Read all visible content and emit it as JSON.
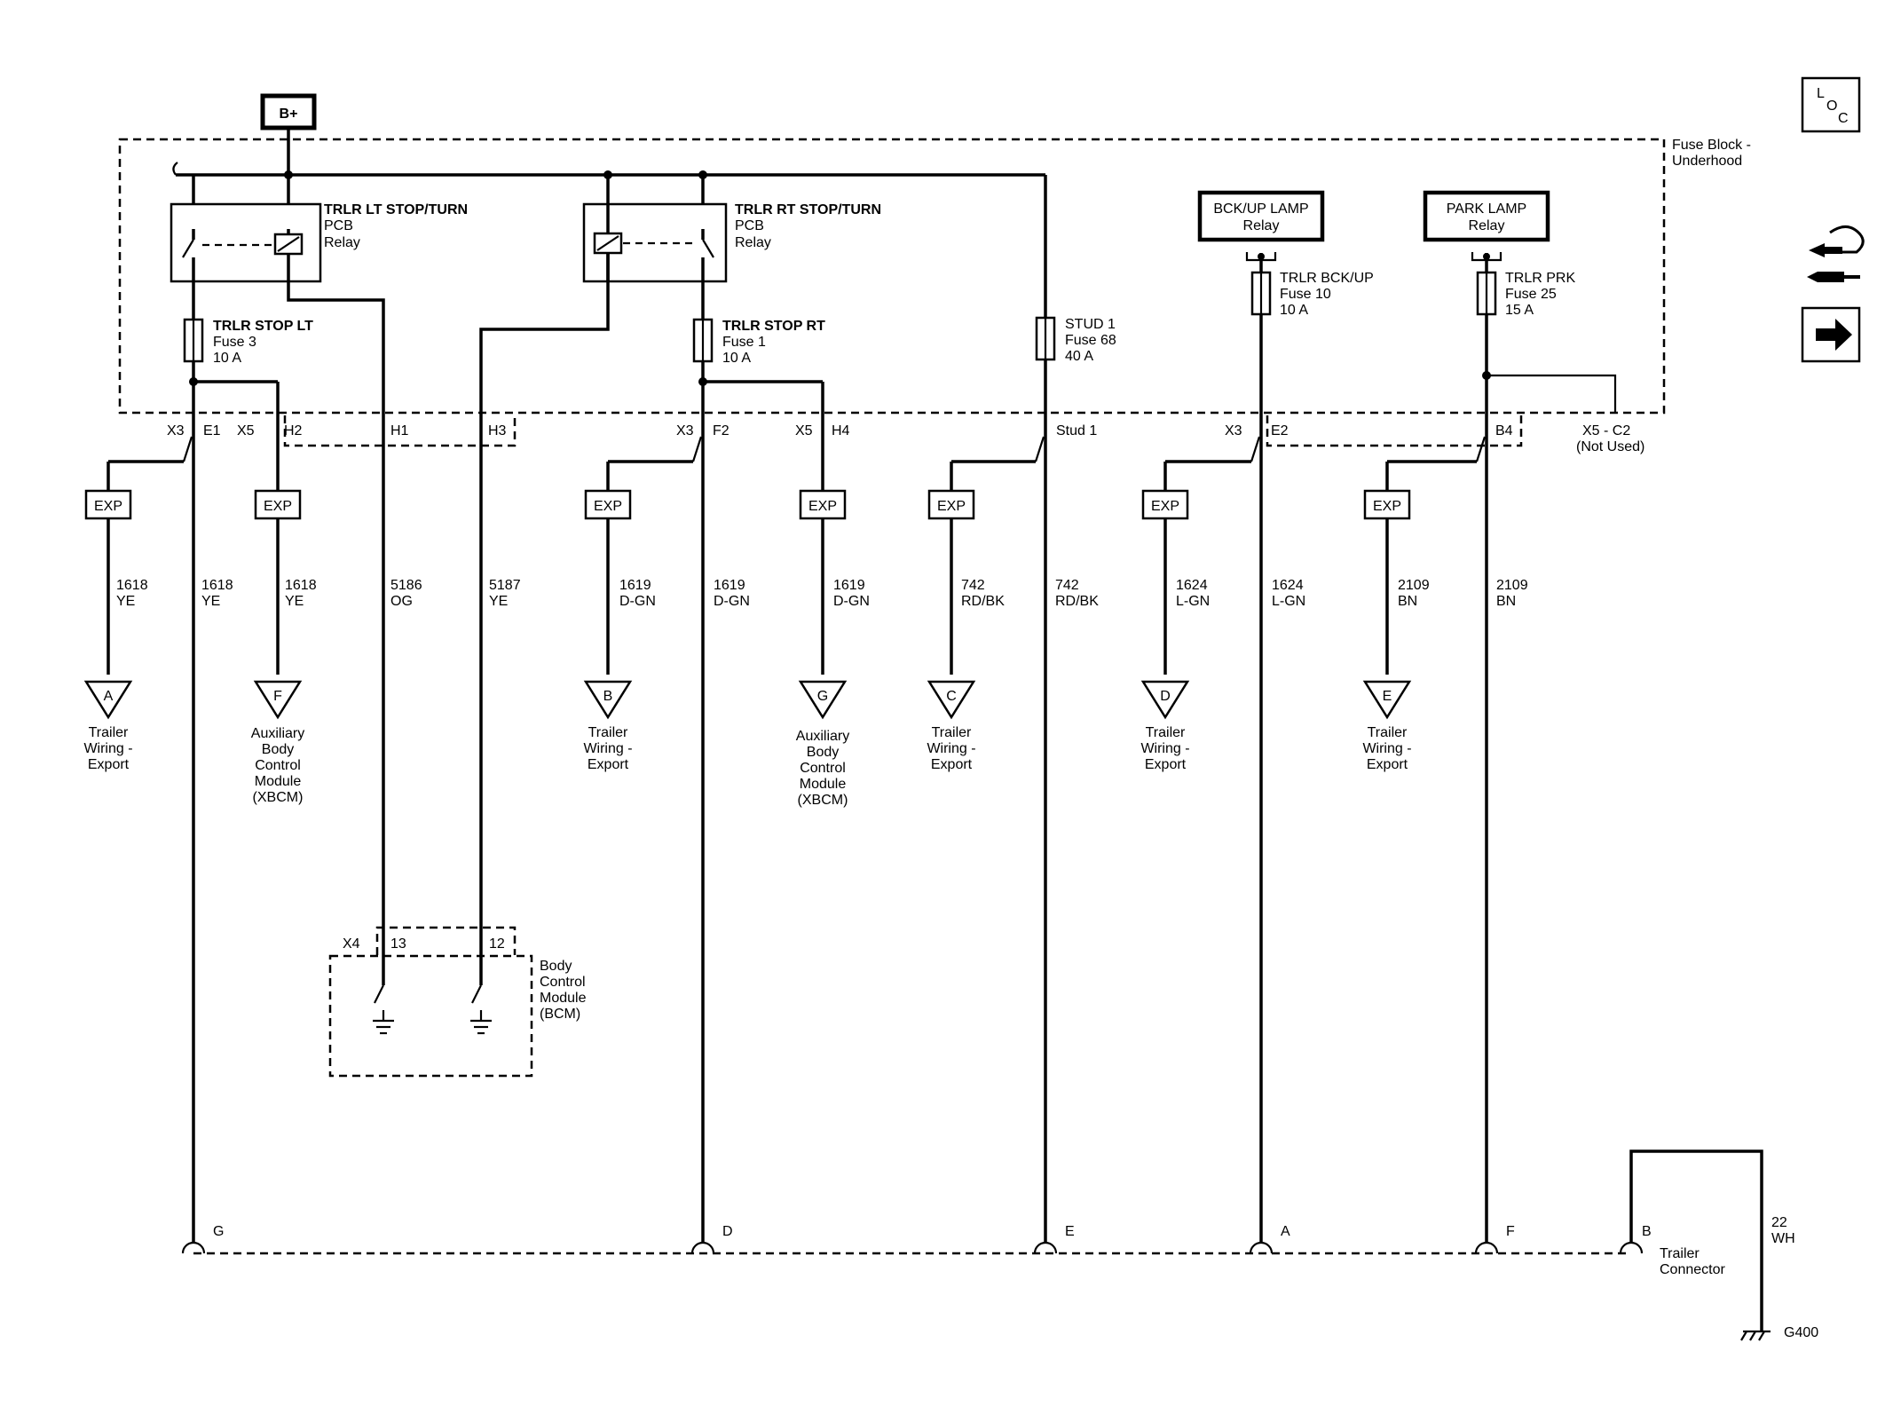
{
  "battery": "B+",
  "fuse_block": {
    "line1": "Fuse Block -",
    "line2": "Underhood"
  },
  "relays": {
    "lt_stop_turn": {
      "line1": "TRLR LT STOP/TURN",
      "line2": "PCB",
      "line3": "Relay"
    },
    "rt_stop_turn": {
      "line1": "TRLR RT STOP/TURN",
      "line2": "PCB",
      "line3": "Relay"
    },
    "bckup_lamp": {
      "line1": "BCK/UP LAMP",
      "line2": "Relay"
    },
    "park_lamp": {
      "line1": "PARK LAMP",
      "line2": "Relay"
    }
  },
  "fuses": {
    "stop_lt": {
      "name": "TRLR STOP LT",
      "fuse": "Fuse 3",
      "rating": "10 A"
    },
    "stop_rt": {
      "name": "TRLR STOP RT",
      "fuse": "Fuse 1",
      "rating": "10 A"
    },
    "stud1": {
      "name": "STUD 1",
      "fuse": "Fuse 68",
      "rating": "40 A"
    },
    "bckup": {
      "name": "TRLR BCK/UP",
      "fuse": "Fuse 10",
      "rating": "10 A"
    },
    "prk": {
      "name": "TRLR PRK",
      "fuse": "Fuse 25",
      "rating": "15 A"
    }
  },
  "pins": {
    "x3_a": "X3",
    "e1": "E1",
    "x5_a": "X5",
    "h2": "H2",
    "h1": "H1",
    "h3": "H3",
    "x3_b": "X3",
    "f2": "F2",
    "x5_b": "X5",
    "h4": "H4",
    "stud1": "Stud 1",
    "x3_c": "X3",
    "e2": "E2",
    "b4": "B4",
    "x5_c2": "X5 - C2",
    "not_used": "(Not Used)",
    "x4": "X4",
    "p13": "13",
    "p12": "12"
  },
  "exp_label": "EXP",
  "wires": {
    "w1": {
      "num": "1618",
      "color": "YE"
    },
    "w2": {
      "num": "1618",
      "color": "YE"
    },
    "w3": {
      "num": "1618",
      "color": "YE"
    },
    "w4": {
      "num": "5186",
      "color": "OG"
    },
    "w5": {
      "num": "5187",
      "color": "YE"
    },
    "w6": {
      "num": "1619",
      "color": "D-GN"
    },
    "w7": {
      "num": "1619",
      "color": "D-GN"
    },
    "w8": {
      "num": "1619",
      "color": "D-GN"
    },
    "w9": {
      "num": "742",
      "color": "RD/BK"
    },
    "w10": {
      "num": "742",
      "color": "RD/BK"
    },
    "w11": {
      "num": "1624",
      "color": "L-GN"
    },
    "w12": {
      "num": "1624",
      "color": "L-GN"
    },
    "w13": {
      "num": "2109",
      "color": "BN"
    },
    "w14": {
      "num": "2109",
      "color": "BN"
    },
    "w15": {
      "num": "22",
      "color": "WH"
    }
  },
  "offpage": {
    "a": {
      "letter": "A",
      "l1": "Trailer",
      "l2": "Wiring -",
      "l3": "Export"
    },
    "f": {
      "letter": "F",
      "l1": "Auxiliary",
      "l2": "Body",
      "l3": "Control",
      "l4": "Module",
      "l5": "(XBCM)"
    },
    "b": {
      "letter": "B",
      "l1": "Trailer",
      "l2": "Wiring -",
      "l3": "Export"
    },
    "g": {
      "letter": "G",
      "l1": "Auxiliary",
      "l2": "Body",
      "l3": "Control",
      "l4": "Module",
      "l5": "(XBCM)"
    },
    "c": {
      "letter": "C",
      "l1": "Trailer",
      "l2": "Wiring -",
      "l3": "Export"
    },
    "d": {
      "letter": "D",
      "l1": "Trailer",
      "l2": "Wiring -",
      "l3": "Export"
    },
    "e": {
      "letter": "E",
      "l1": "Trailer",
      "l2": "Wiring -",
      "l3": "Export"
    }
  },
  "bcm": {
    "l1": "Body",
    "l2": "Control",
    "l3": "Module",
    "l4": "(BCM)"
  },
  "trailer_connector": {
    "pins": [
      "G",
      "D",
      "E",
      "A",
      "F",
      "B"
    ],
    "l1": "Trailer",
    "l2": "Connector"
  },
  "ground": "G400",
  "nav": {
    "loc_l": "L",
    "loc_o": "O",
    "loc_c": "C",
    "icons": [
      "loc-icon",
      "connector-info-icon",
      "next-page-arrow-icon"
    ]
  }
}
